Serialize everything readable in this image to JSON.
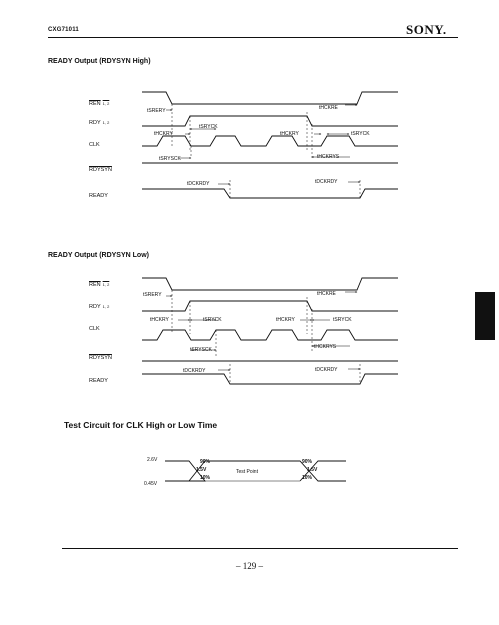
{
  "header": {
    "part_number": "CXG71011",
    "brand": "SONY."
  },
  "diagram_high": {
    "title": "READY Output (RDYSYN High)",
    "signals": {
      "ren": "REN",
      "ren_sub": "1, 2",
      "rdy": "RDY",
      "rdy_sub": "1, 2",
      "clk": "CLK",
      "rdysyn": "RDYSYN",
      "ready": "READY"
    },
    "timing": {
      "t_srery": "tSRERY",
      "t_hckre": "tHCKRE",
      "t_srvck": "tSRYCK",
      "t_hckry_left": "tHCKRY",
      "t_hckry_right": "tHCKRY",
      "t_srvck_right": "tSRYCK",
      "t_srysck": "tSRYSCK",
      "t_hckrys": "tHCKRYS",
      "t_dckrdy_left": "tDCKRDY",
      "t_dckrdy_right": "tDCKRDY"
    }
  },
  "diagram_low": {
    "title": "READY Output (RDYSYN Low)",
    "signals": {
      "ren": "REN",
      "ren_sub": "1, 2",
      "rdy": "RDY",
      "rdy_sub": "1, 2",
      "clk": "CLK",
      "rdysyn": "RDYSYN",
      "ready": "READY"
    },
    "timing": {
      "t_srery": "tSRERY",
      "t_hckre": "tHCKRE",
      "t_hckry_left": "tHCKRY",
      "t_srvck_left": "tSRYCK",
      "t_hckry_right": "tHCKRY",
      "t_srvck_right": "tSRYCK",
      "t_srysck": "tSRYSCK",
      "t_hckrys": "tHCKRYS",
      "t_dckrdy_left": "tDCKRDY",
      "t_dckrdy_right": "tDCKRDY"
    }
  },
  "test_circuit": {
    "title": "Test Circuit for CLK High or Low Time",
    "v_high": "2.6V",
    "v_low": "0.45V",
    "pct90_left": "90%",
    "v_mid_left": "1.5V",
    "pct10_left": "10%",
    "test_point": "Test Point",
    "pct90_right": "90%",
    "v_mid_right": "1.5V",
    "pct10_right": "10%"
  },
  "footer": {
    "page_number": "– 129 –"
  }
}
